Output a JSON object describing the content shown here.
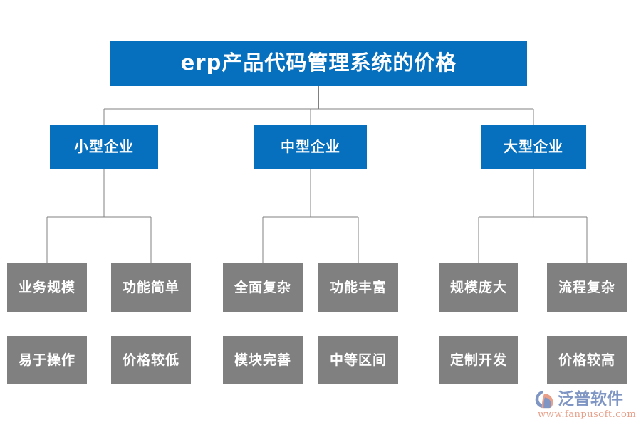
{
  "colors": {
    "primary_blue": "#0670be",
    "node_gray": "#808080",
    "connector_gray": "#808080",
    "background": "#ffffff",
    "logo_blue": "#7f96c4",
    "logo_orange": "#e8a08a"
  },
  "diagram": {
    "type": "org-tree",
    "title": "erp产品代码管理系统的价格",
    "levels": [
      {
        "level": 1,
        "nodes": [
          {
            "id": "root",
            "label": "erp产品代码管理系统的价格",
            "style": "blue"
          }
        ]
      },
      {
        "level": 2,
        "nodes": [
          {
            "id": "small",
            "label": "小型企业",
            "style": "blue"
          },
          {
            "id": "medium",
            "label": "中型企业",
            "style": "blue"
          },
          {
            "id": "large",
            "label": "大型企业",
            "style": "blue"
          }
        ]
      },
      {
        "level": 3,
        "nodes": [
          {
            "id": "s1",
            "parent": "small",
            "label": "业务规模",
            "style": "gray"
          },
          {
            "id": "s2",
            "parent": "small",
            "label": "功能简单",
            "style": "gray"
          },
          {
            "id": "m1",
            "parent": "medium",
            "label": "全面复杂",
            "style": "gray"
          },
          {
            "id": "m2",
            "parent": "medium",
            "label": "功能丰富",
            "style": "gray"
          },
          {
            "id": "l1",
            "parent": "large",
            "label": "规模庞大",
            "style": "gray"
          },
          {
            "id": "l2",
            "parent": "large",
            "label": "流程复杂",
            "style": "gray"
          }
        ]
      },
      {
        "level": 4,
        "nodes": [
          {
            "id": "s3",
            "parent": "small",
            "label": "易于操作",
            "style": "gray"
          },
          {
            "id": "s4",
            "parent": "small",
            "label": "价格较低",
            "style": "gray"
          },
          {
            "id": "m3",
            "parent": "medium",
            "label": "模块完善",
            "style": "gray"
          },
          {
            "id": "m4",
            "parent": "medium",
            "label": "中等区间",
            "style": "gray"
          },
          {
            "id": "l3",
            "parent": "large",
            "label": "定制开发",
            "style": "gray"
          },
          {
            "id": "l4",
            "parent": "large",
            "label": "价格较高",
            "style": "gray"
          }
        ]
      }
    ]
  },
  "logo": {
    "brand": "泛普软件",
    "url": "www.fanpusoft.com",
    "mark_name": "fanpu-swoosh-logo"
  }
}
